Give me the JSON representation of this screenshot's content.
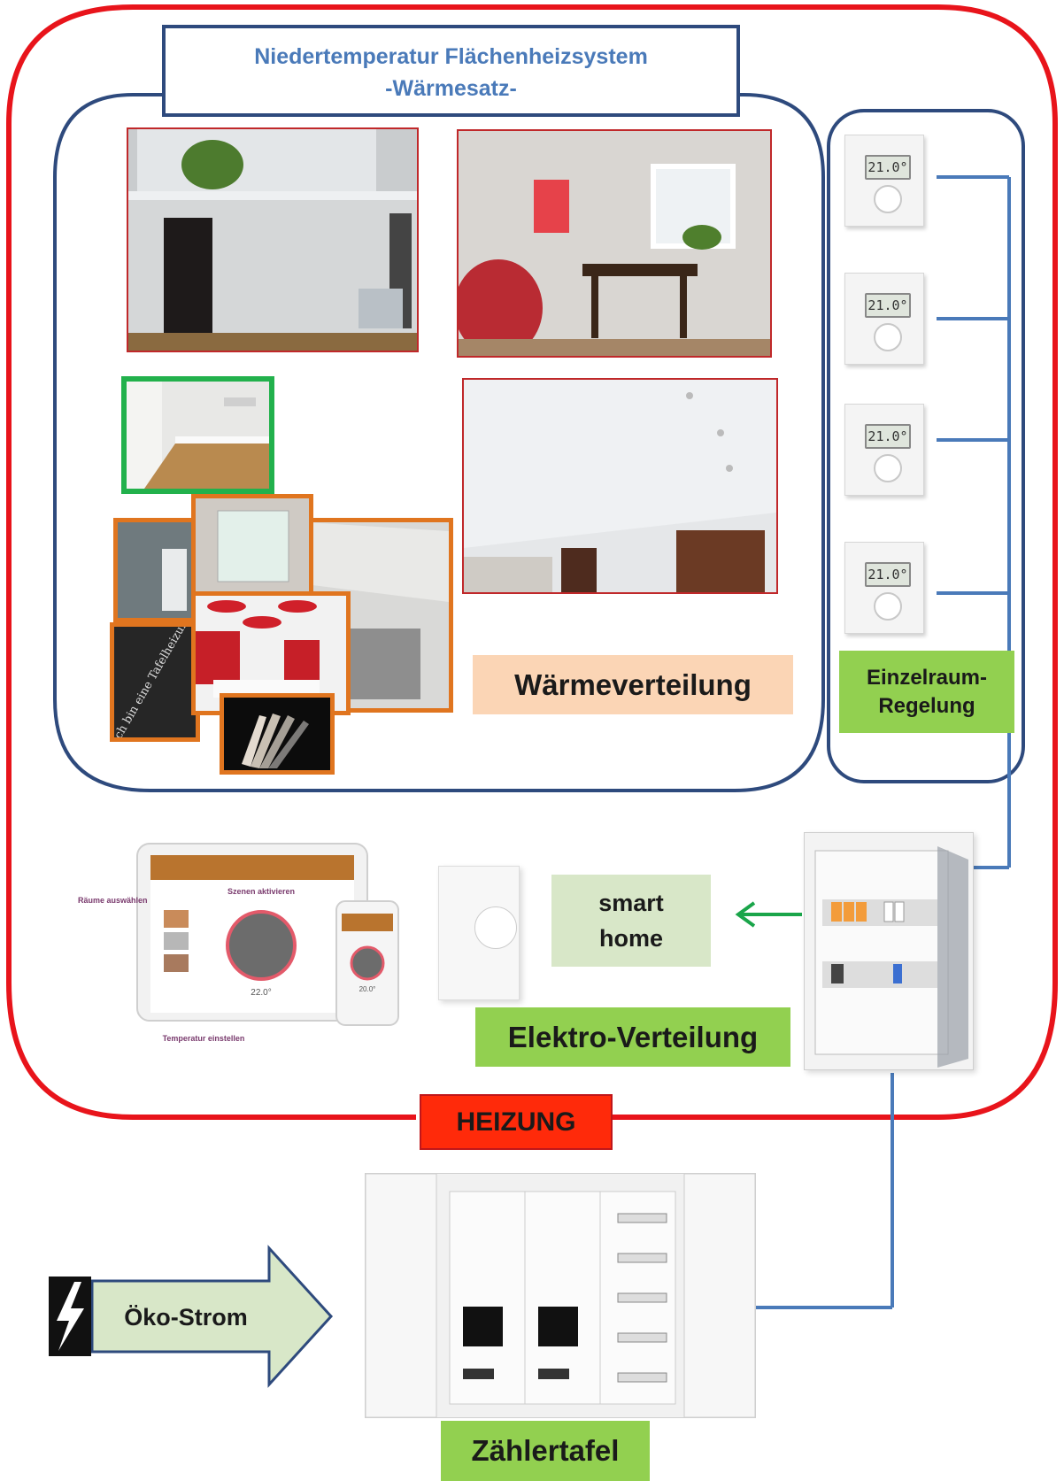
{
  "title": {
    "line1": "Niedertemperatur Flächenheizsystem",
    "line2": "-Wärmesatz-"
  },
  "labels": {
    "waermeverteilung": "Wärmeverteilung",
    "einzelraum_line1": "Einzelraum-",
    "einzelraum_line2": "Regelung",
    "smart_home_line1": "smart",
    "smart_home_line2": "home",
    "elektro_verteilung": "Elektro-Verteilung",
    "heizung": "HEIZUNG",
    "oeko_strom": "Öko-Strom",
    "zaehlertafel": "Zählertafel"
  },
  "thermostat_display": "21.0°",
  "tablet": {
    "rooms_label": "Räume auswählen",
    "scenes_label": "Szenen aktivieren",
    "temp_label": "Temperatur einstellen",
    "temp_value": "22.0°",
    "phone_value": "20.0°"
  },
  "chalkboard_text": "Ich bin eine Tafelheizung",
  "colors": {
    "heizung_border": "#e8141b",
    "blue_lines": "#4a7ab9",
    "dark_blue": "#2e4a7d",
    "green_label": "#92d050",
    "light_green": "#d8e7c8",
    "peach": "#fbd5b5",
    "orange_frame": "#e0751f",
    "green_frame": "#22b14c",
    "red_heizung_bg": "#ff2a0a",
    "arrow_fill": "#d8e7c8",
    "green_arrow": "#1aa54a"
  }
}
